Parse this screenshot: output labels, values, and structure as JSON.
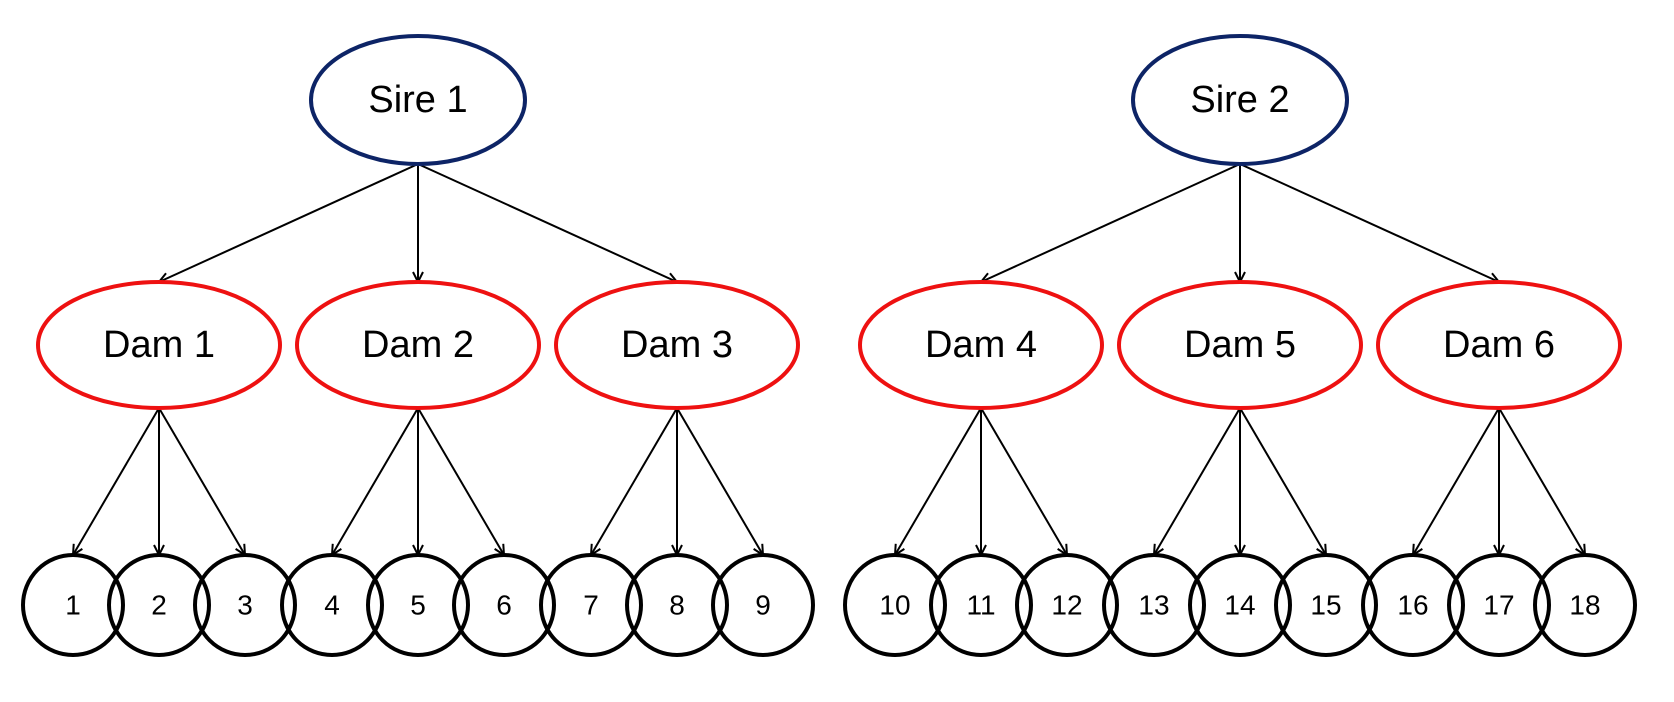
{
  "colors": {
    "sire_outline": "#0d2466",
    "dam_outline": "#ee1111",
    "offspring_outline": "#000000",
    "edge": "#000000"
  },
  "families": [
    {
      "sire": "Sire 1",
      "dams": [
        {
          "label": "Dam 1",
          "offspring": [
            "1",
            "2",
            "3"
          ]
        },
        {
          "label": "Dam 2",
          "offspring": [
            "4",
            "5",
            "6"
          ]
        },
        {
          "label": "Dam 3",
          "offspring": [
            "7",
            "8",
            "9"
          ]
        }
      ]
    },
    {
      "sire": "Sire 2",
      "dams": [
        {
          "label": "Dam 4",
          "offspring": [
            "10",
            "11",
            "12"
          ]
        },
        {
          "label": "Dam 5",
          "offspring": [
            "13",
            "14",
            "15"
          ]
        },
        {
          "label": "Dam 6",
          "offspring": [
            "16",
            "17",
            "18"
          ]
        }
      ]
    }
  ]
}
